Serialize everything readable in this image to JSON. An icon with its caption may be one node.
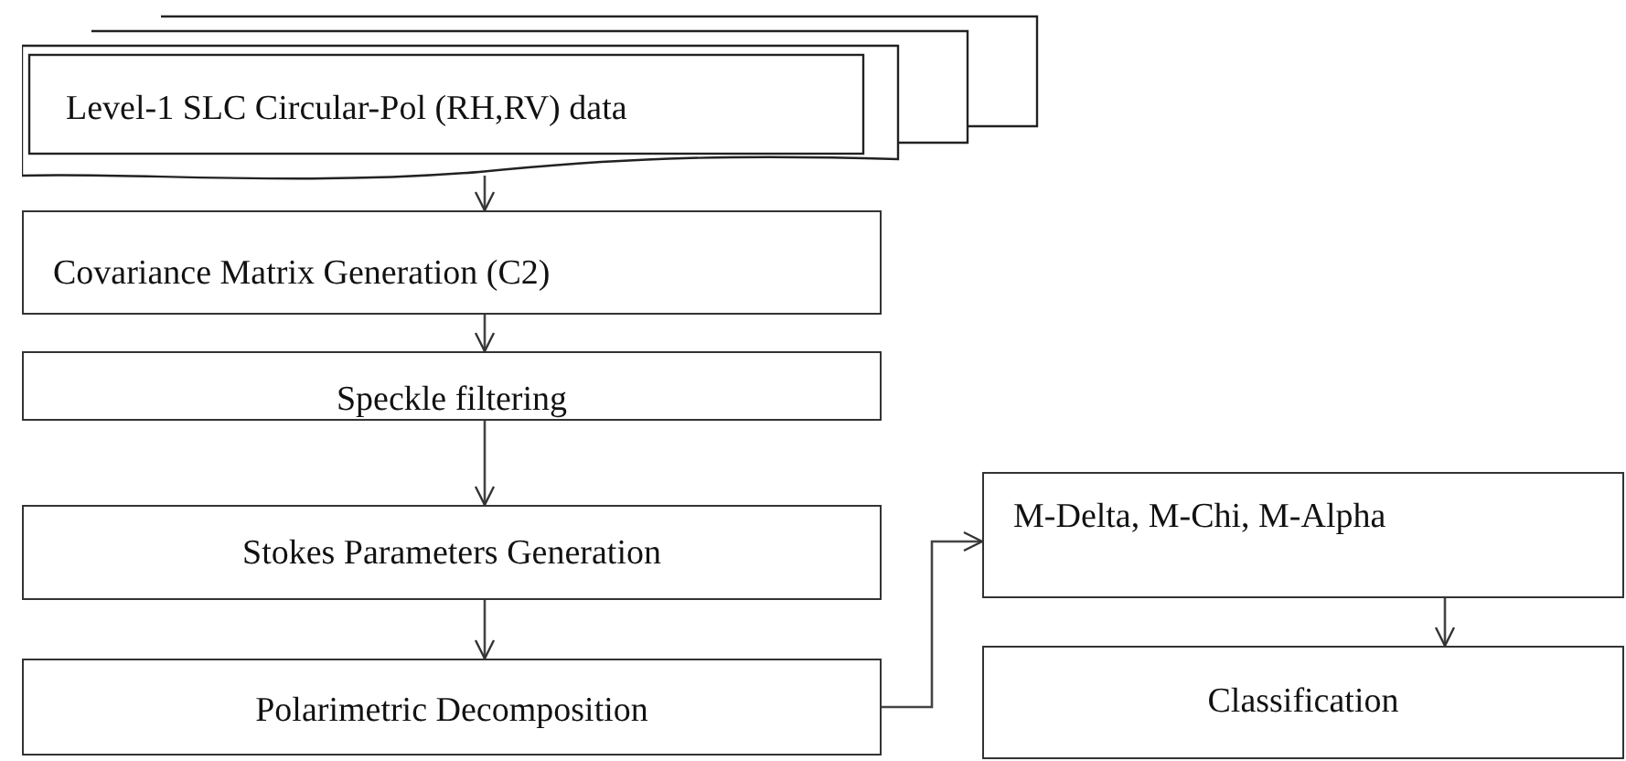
{
  "diagram": {
    "nodes": [
      {
        "text": [
          "Level-1 SLC Circular-Pol (RH,RV) data"
        ]
      },
      {
        "text": [
          "Covariance Matrix Generation (C2)"
        ]
      },
      {
        "text": [
          "Speckle filtering"
        ]
      },
      {
        "text": [
          "Stokes Parameters Generation"
        ]
      },
      {
        "text": [
          "Polarimetric Decomposition"
        ]
      },
      {
        "text": [
          "M-Delta, M-Chi, M-Alpha"
        ]
      },
      {
        "text": [
          "Classification"
        ]
      }
    ],
    "edges": [
      {
        "from": 0,
        "to": 1,
        "arrow": "to"
      },
      {
        "from": 1,
        "to": 2,
        "arrow": "to"
      },
      {
        "from": 2,
        "to": 3,
        "arrow": "to"
      },
      {
        "from": 3,
        "to": 4,
        "arrow": "to"
      },
      {
        "from": 4,
        "to": 5,
        "arrow": "to"
      },
      {
        "from": 5,
        "to": 6,
        "arrow": "to"
      }
    ]
  }
}
